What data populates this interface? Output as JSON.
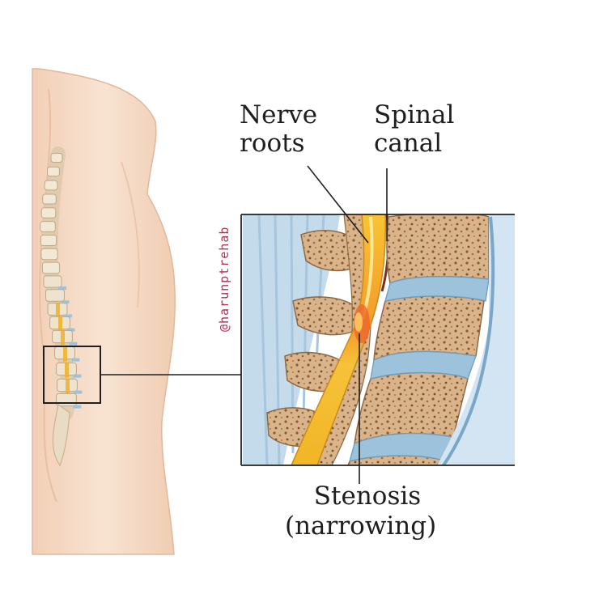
{
  "labels": {
    "nerve_roots": [
      "Nerve",
      "roots"
    ],
    "spinal_canal": [
      "Spinal",
      "canal"
    ],
    "stenosis": [
      "Stenosis",
      "(narrowing)"
    ]
  },
  "watermark": "@harunptrehab",
  "colors": {
    "skin": "#f6ddc8",
    "skin_shadow": "#eec5aa",
    "bone": "#c9a27a",
    "bone_light": "#e8cda8",
    "bone_dot": "#7a4e2c",
    "disc": "#9cc2dc",
    "ligament": "#bcd6ea",
    "nerve": "#f0b224",
    "nerve_light": "#ffd866",
    "stenosis": "#e8682a",
    "frame": "#222222",
    "watermark": "#b03050"
  }
}
